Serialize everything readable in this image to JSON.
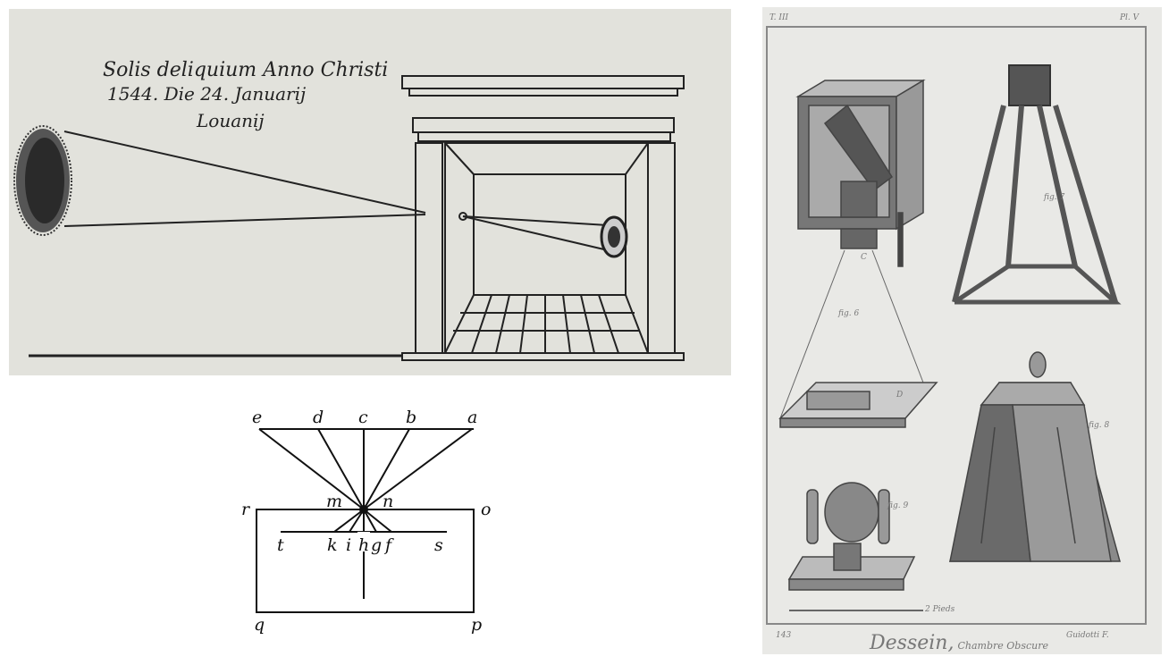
{
  "woodcut": {
    "inscription": [
      "Solis deliquium Anno Christi",
      "1544. Die 24. Januarij",
      "Louanij"
    ]
  },
  "geometry_diagram": {
    "top_labels": [
      "e",
      "d",
      "c",
      "b",
      "a"
    ],
    "aperture_labels": [
      "m",
      "n"
    ],
    "corner_labels": {
      "top_left": "r",
      "top_right": "o",
      "bottom_left": "q",
      "bottom_right": "p"
    },
    "screen_labels": [
      "t",
      "k",
      "i",
      "h",
      "g",
      "f",
      "s"
    ]
  },
  "plate": {
    "tome": "T. III",
    "plate_number": "Pl. V",
    "figures": {
      "fig6": "fig. 6",
      "fig7": "fig. 7",
      "fig8": "fig. 8",
      "fig9": "fig. 9"
    },
    "letters": {
      "c": "C",
      "d": "D"
    },
    "scale": "2 Pieds",
    "page_number": "143",
    "engraver": "Guidotti F.",
    "title_main": "Dessein,",
    "title_sub": "Chambre Obscure"
  }
}
